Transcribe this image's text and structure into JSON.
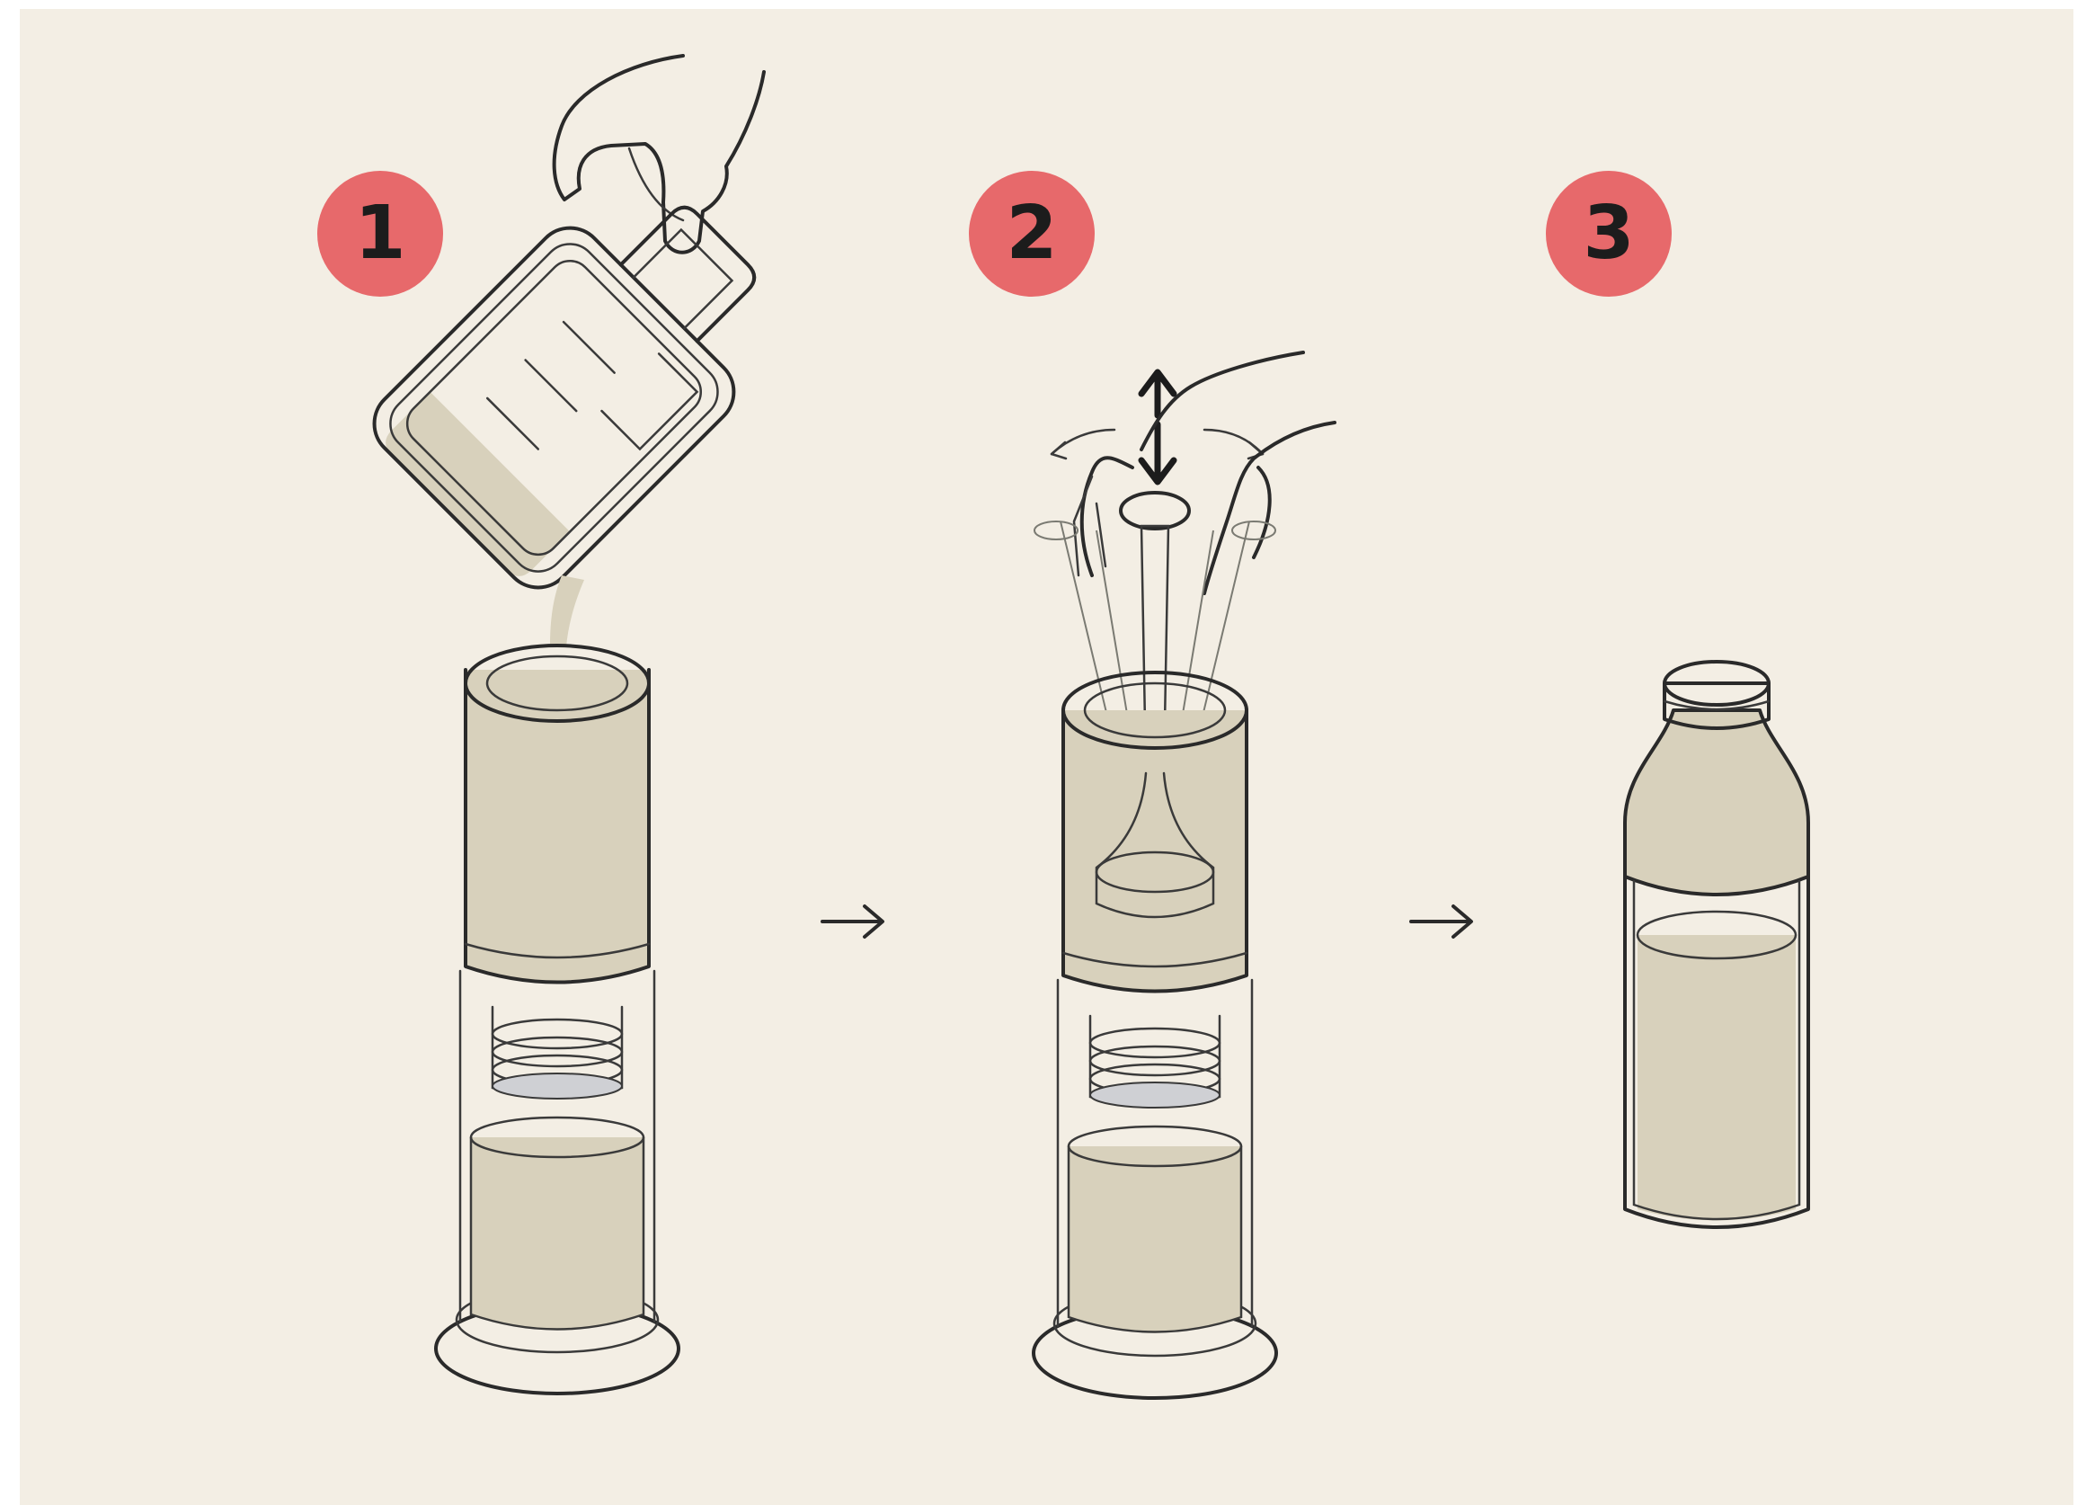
{
  "steps": [
    {
      "number": "1",
      "label": ""
    },
    {
      "number": "2",
      "label": ""
    },
    {
      "number": "3",
      "label": ""
    }
  ],
  "colors": {
    "background": "#f3eee4",
    "badge": "#e7696b",
    "liquid": "#d8d1bc",
    "ink": "#2a2a2a"
  },
  "icons": [
    "hand-icon",
    "pitcher-icon",
    "cold-brew-maker-icon",
    "plunger-icon",
    "bottle-icon",
    "arrow-right-icon"
  ]
}
